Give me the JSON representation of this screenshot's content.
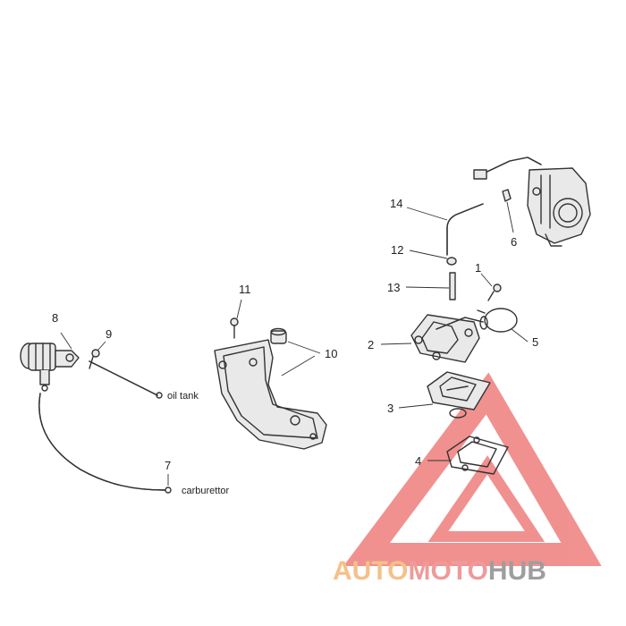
{
  "callouts": {
    "c1": "1",
    "c2": "2",
    "c3": "3",
    "c4": "4",
    "c5": "5",
    "c6": "6",
    "c7": "7",
    "c8": "8",
    "c9": "9",
    "c10": "10",
    "c11": "11",
    "c12": "12",
    "c13": "13",
    "c14": "14"
  },
  "labels": {
    "oil_tank": "oil tank",
    "carburettor": "carburettor"
  },
  "watermark": {
    "part1": "AUTO",
    "part2": "MOTO",
    "part3": "HUB",
    "color1": "#f5c08a",
    "color2": "#ef9a9a",
    "color3": "#9e9e9e",
    "triangle_color": "#e53935"
  }
}
